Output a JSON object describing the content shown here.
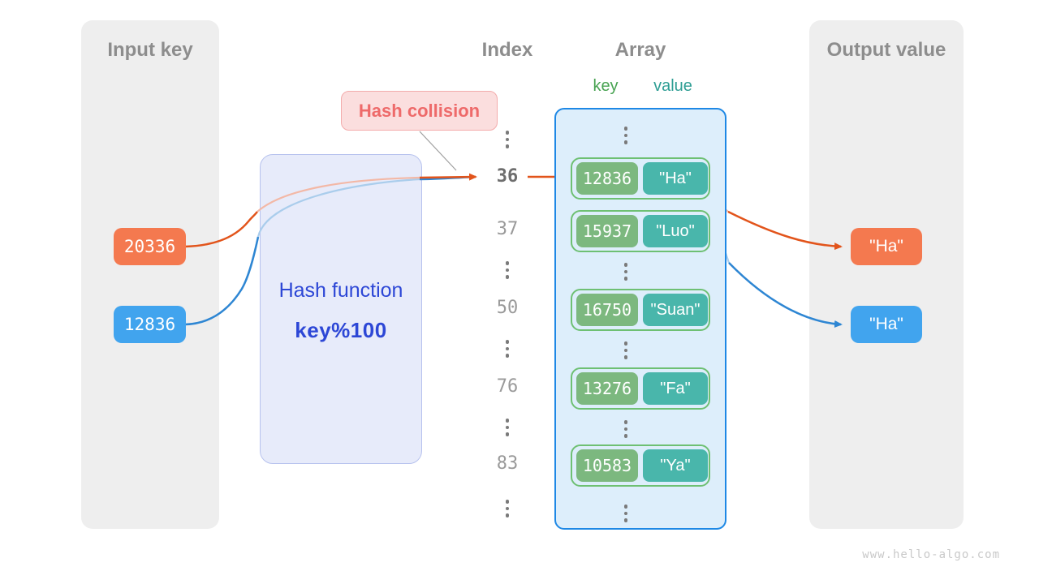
{
  "input_panel": {
    "title": "Input key",
    "keys": [
      {
        "value": "20336",
        "variant": "orange"
      },
      {
        "value": "12836",
        "variant": "blue"
      }
    ]
  },
  "output_panel": {
    "title": "Output value",
    "values": [
      {
        "value": "\"Ha\"",
        "variant": "orange"
      },
      {
        "value": "\"Ha\"",
        "variant": "blue"
      }
    ]
  },
  "hash_function": {
    "name": "Hash function",
    "formula": "key%100"
  },
  "collision": {
    "label": "Hash collision"
  },
  "index_column": {
    "title": "Index",
    "entries": [
      "⋮",
      "36",
      "37",
      "⋮",
      "50",
      "⋮",
      "76",
      "⋮",
      "83",
      "⋮"
    ],
    "highlighted": "36"
  },
  "array_panel": {
    "title": "Array",
    "key_header": "key",
    "value_header": "value",
    "ellipsis": "⋮",
    "pairs": [
      {
        "key": "12836",
        "value": "\"Ha\""
      },
      {
        "key": "15937",
        "value": "\"Luo\""
      },
      {
        "key": "16750",
        "value": "\"Suan\""
      },
      {
        "key": "13276",
        "value": "\"Fa\""
      },
      {
        "key": "10583",
        "value": "\"Ya\""
      }
    ]
  },
  "watermark": "www.hello-algo.com",
  "colors": {
    "orange": "#f4794f",
    "blue": "#41a4ee",
    "key_green": "#7cb87f",
    "value_teal": "#49b6ab",
    "pair_border": "#6ec073",
    "array_border": "#1e88e5",
    "array_fill": "#ddeefb",
    "hash_text": "#2d47d6",
    "collision_red": "#ee6a6a",
    "panel_gray": "#eeeeee",
    "arrow_orange": "#e2541b",
    "arrow_blue": "#2e86d3"
  }
}
